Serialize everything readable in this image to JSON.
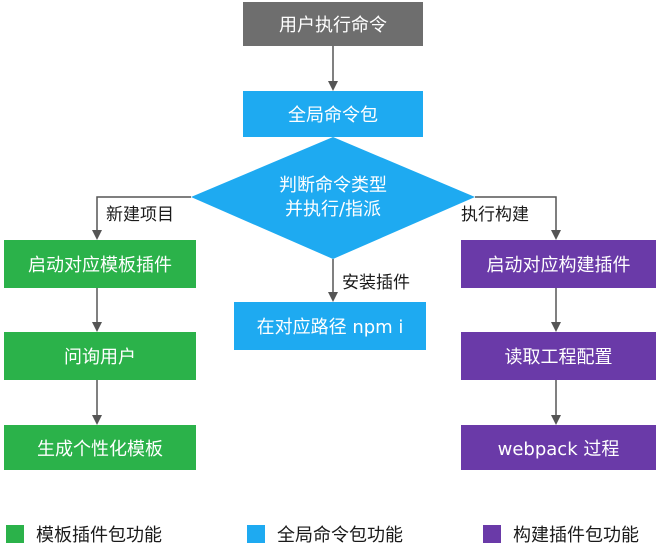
{
  "nodes": {
    "user_command": "用户执行命令",
    "global_package": "全局命令包",
    "decision_line1": "判断命令类型",
    "decision_line2": "并执行/指派",
    "start_template": "启动对应模板插件",
    "ask_user": "问询用户",
    "generate_template": "生成个性化模板",
    "install_path": "在对应路径 npm i",
    "start_build": "启动对应构建插件",
    "read_config": "读取工程配置",
    "webpack": "webpack 过程"
  },
  "edges": {
    "new_project": "新建项目",
    "install_plugin": "安装插件",
    "execute_build": "执行构建"
  },
  "legend": [
    {
      "label": "模板插件包功能",
      "color": "#2bb24a"
    },
    {
      "label": "全局命令包功能",
      "color": "#1eaaf1"
    },
    {
      "label": "构建插件包功能",
      "color": "#6a3aa8"
    }
  ],
  "colors": {
    "gray": "#6e6e6e",
    "blue": "#1eaaf1",
    "green": "#2bb24a",
    "purple": "#6a3aa8"
  }
}
